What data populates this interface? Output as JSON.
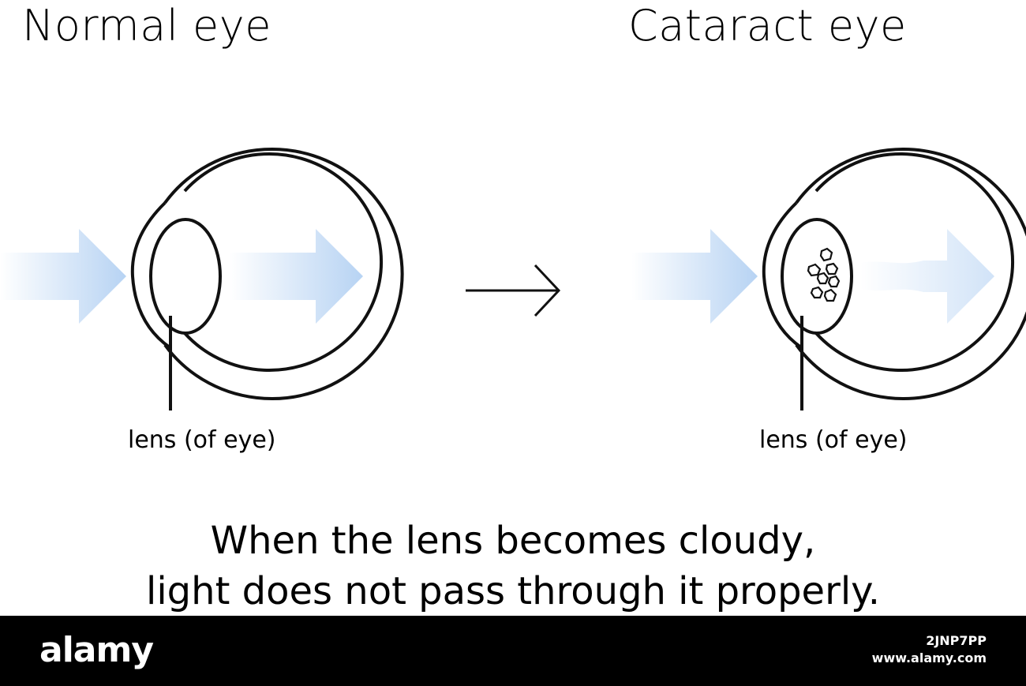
{
  "titles": {
    "normal": "Normal eye",
    "cataract": "Cataract eye"
  },
  "labels": {
    "normal_lens": "lens (of eye)",
    "cataract_lens": "lens (of eye)"
  },
  "caption": {
    "line1": "When the lens becomes cloudy,",
    "line2": "light does not pass through it properly."
  },
  "watermark": {
    "logo": "alamy",
    "image_id": "2JNP7PP",
    "url": "www.alamy.com"
  },
  "colors": {
    "light_arrow": "#b7d3f3",
    "line": "#111111",
    "background": "#ffffff",
    "watermark_bar": "#000000"
  }
}
